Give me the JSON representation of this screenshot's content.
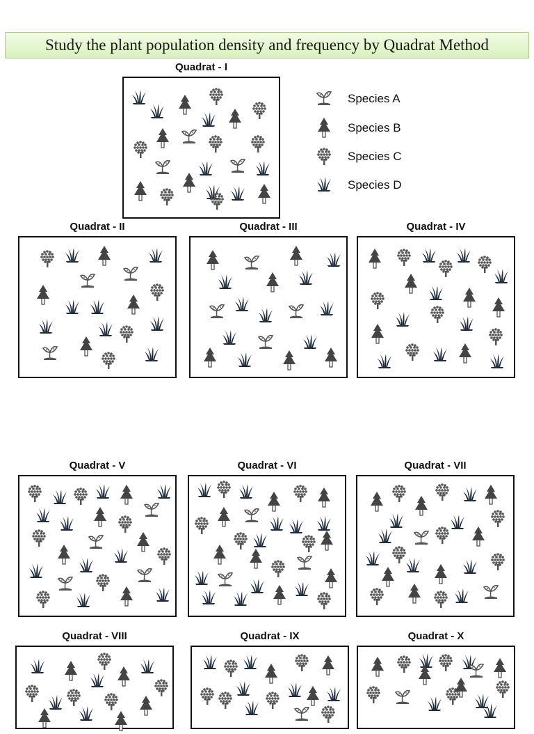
{
  "title": "Study the plant population density and frequency by Quadrat Method",
  "colors": {
    "species_a": "#555555",
    "species_b": "#444444",
    "species_c": "#555555",
    "species_d": "#1f2d3d",
    "banner": "#e3f5cf"
  },
  "legend": [
    {
      "species": "A",
      "label": "Species A",
      "icon": "seedling-icon"
    },
    {
      "species": "B",
      "label": "Species B",
      "icon": "tree-icon"
    },
    {
      "species": "C",
      "label": "Species C",
      "icon": "round-tree-icon"
    },
    {
      "species": "D",
      "label": "Species D",
      "icon": "grass-icon"
    }
  ],
  "quadrats": [
    {
      "label": "Quadrat - I"
    },
    {
      "label": "Quadrat - II"
    },
    {
      "label": "Quadrat - III"
    },
    {
      "label": "Quadrat - IV"
    },
    {
      "label": "Quadrat - V"
    },
    {
      "label": "Quadrat - VI"
    },
    {
      "label": "Quadrat - VII"
    },
    {
      "label": "Quadrat - VIII"
    },
    {
      "label": "Quadrat - IX"
    },
    {
      "label": "Quadrat - X"
    }
  ]
}
